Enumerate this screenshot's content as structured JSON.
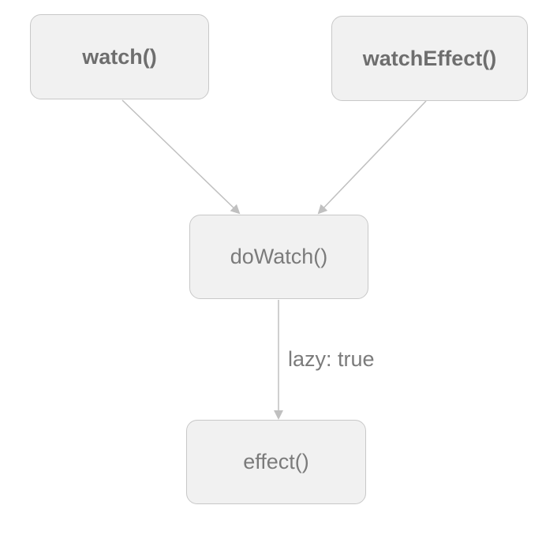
{
  "diagram": {
    "nodes": {
      "watch": "watch()",
      "watchEffect": "watchEffect()",
      "doWatch": "doWatch()",
      "effect": "effect()"
    },
    "edges": [
      {
        "from": "watch",
        "to": "doWatch",
        "label": ""
      },
      {
        "from": "watchEffect",
        "to": "doWatch",
        "label": ""
      },
      {
        "from": "doWatch",
        "to": "effect",
        "label": "lazy: true"
      }
    ]
  },
  "colors": {
    "node_fill": "#f1f1f1",
    "node_border": "#c8c8c8",
    "text": "#7b7b7b",
    "arrow": "#c0c0c0"
  }
}
